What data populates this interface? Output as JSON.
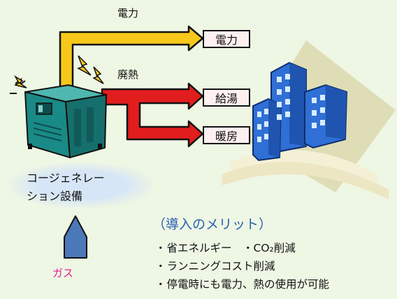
{
  "flows": {
    "power_top_label": "電力",
    "waste_heat_label": "廃熱"
  },
  "outputs": [
    {
      "label": "電力"
    },
    {
      "label": "給湯"
    },
    {
      "label": "暖房"
    }
  ],
  "device": {
    "label_line1": "コージェネレー",
    "label_line2": "ション設備"
  },
  "fuel": {
    "label": "ガス"
  },
  "merits": {
    "title": "（導入のメリット）",
    "items": [
      {
        "text": "省エネルギー　・CO₂削減"
      },
      {
        "text": "ランニングコスト削減"
      },
      {
        "text": "停電時にも電力、熱の使用が可能"
      }
    ]
  },
  "colors": {
    "background": "#eef6e4",
    "power_arrow": "#f7c81a",
    "heat_arrow": "#e21d1d",
    "label_box_fill": "#fff0f0",
    "merit_title": "#2a5fb0",
    "fuel_label": "#e0218a",
    "fuel_arrow": "#4a78b8",
    "building": "#2f6fd6",
    "generator": "#1a8a86"
  },
  "icons": {
    "generator": "cogeneration-unit-icon",
    "buildings": "city-buildings-icon",
    "fuel_arrow": "gas-inflow-arrow-icon"
  }
}
